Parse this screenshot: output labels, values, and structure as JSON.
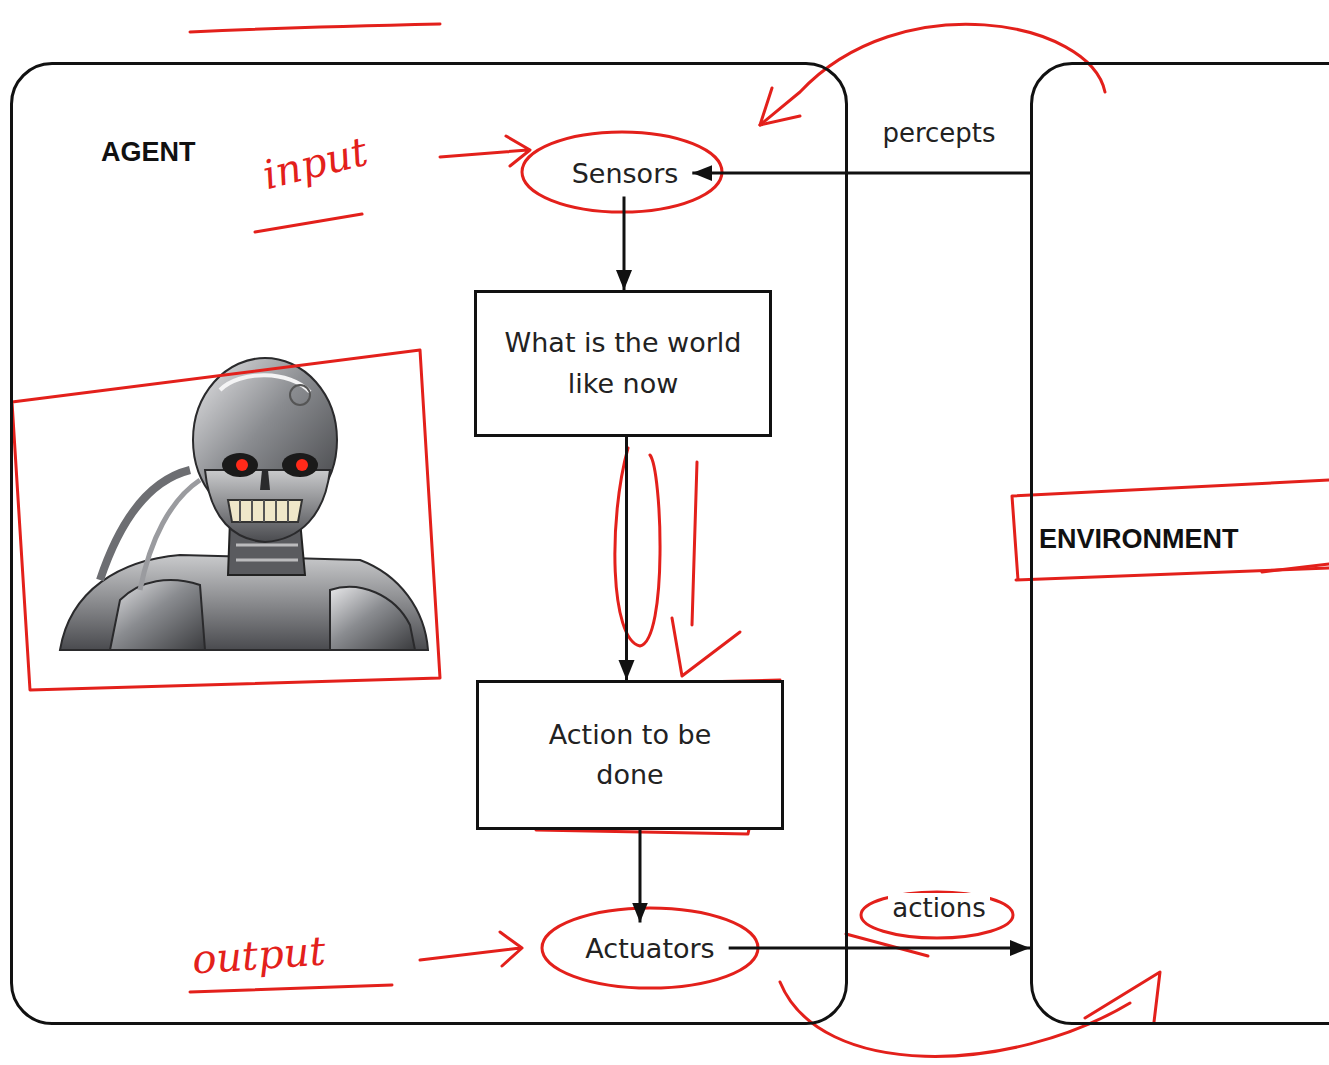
{
  "diagram": {
    "nodes": [
      {
        "text": [
          "AGENT"
        ]
      },
      {
        "text": [
          "Sensors"
        ],
        "in": 0
      },
      {
        "text": [
          "What is the world like now"
        ],
        "in": 0
      },
      {
        "text": [
          "Action to be done"
        ],
        "in": 0
      },
      {
        "text": [
          "Actuators"
        ],
        "in": 0
      },
      {
        "text": [
          "ENVIRONMENT"
        ]
      }
    ],
    "edges": [
      {
        "from": 5,
        "to": 1,
        "label": "percepts",
        "arrow": "to"
      },
      {
        "from": 1,
        "to": 2,
        "arrow": "to"
      },
      {
        "from": 2,
        "to": 3,
        "arrow": "to"
      },
      {
        "from": 3,
        "to": 4,
        "arrow": "to"
      },
      {
        "from": 4,
        "to": 5,
        "label": "actions",
        "arrow": "to"
      }
    ],
    "labels": [
      "input",
      "output"
    ]
  }
}
